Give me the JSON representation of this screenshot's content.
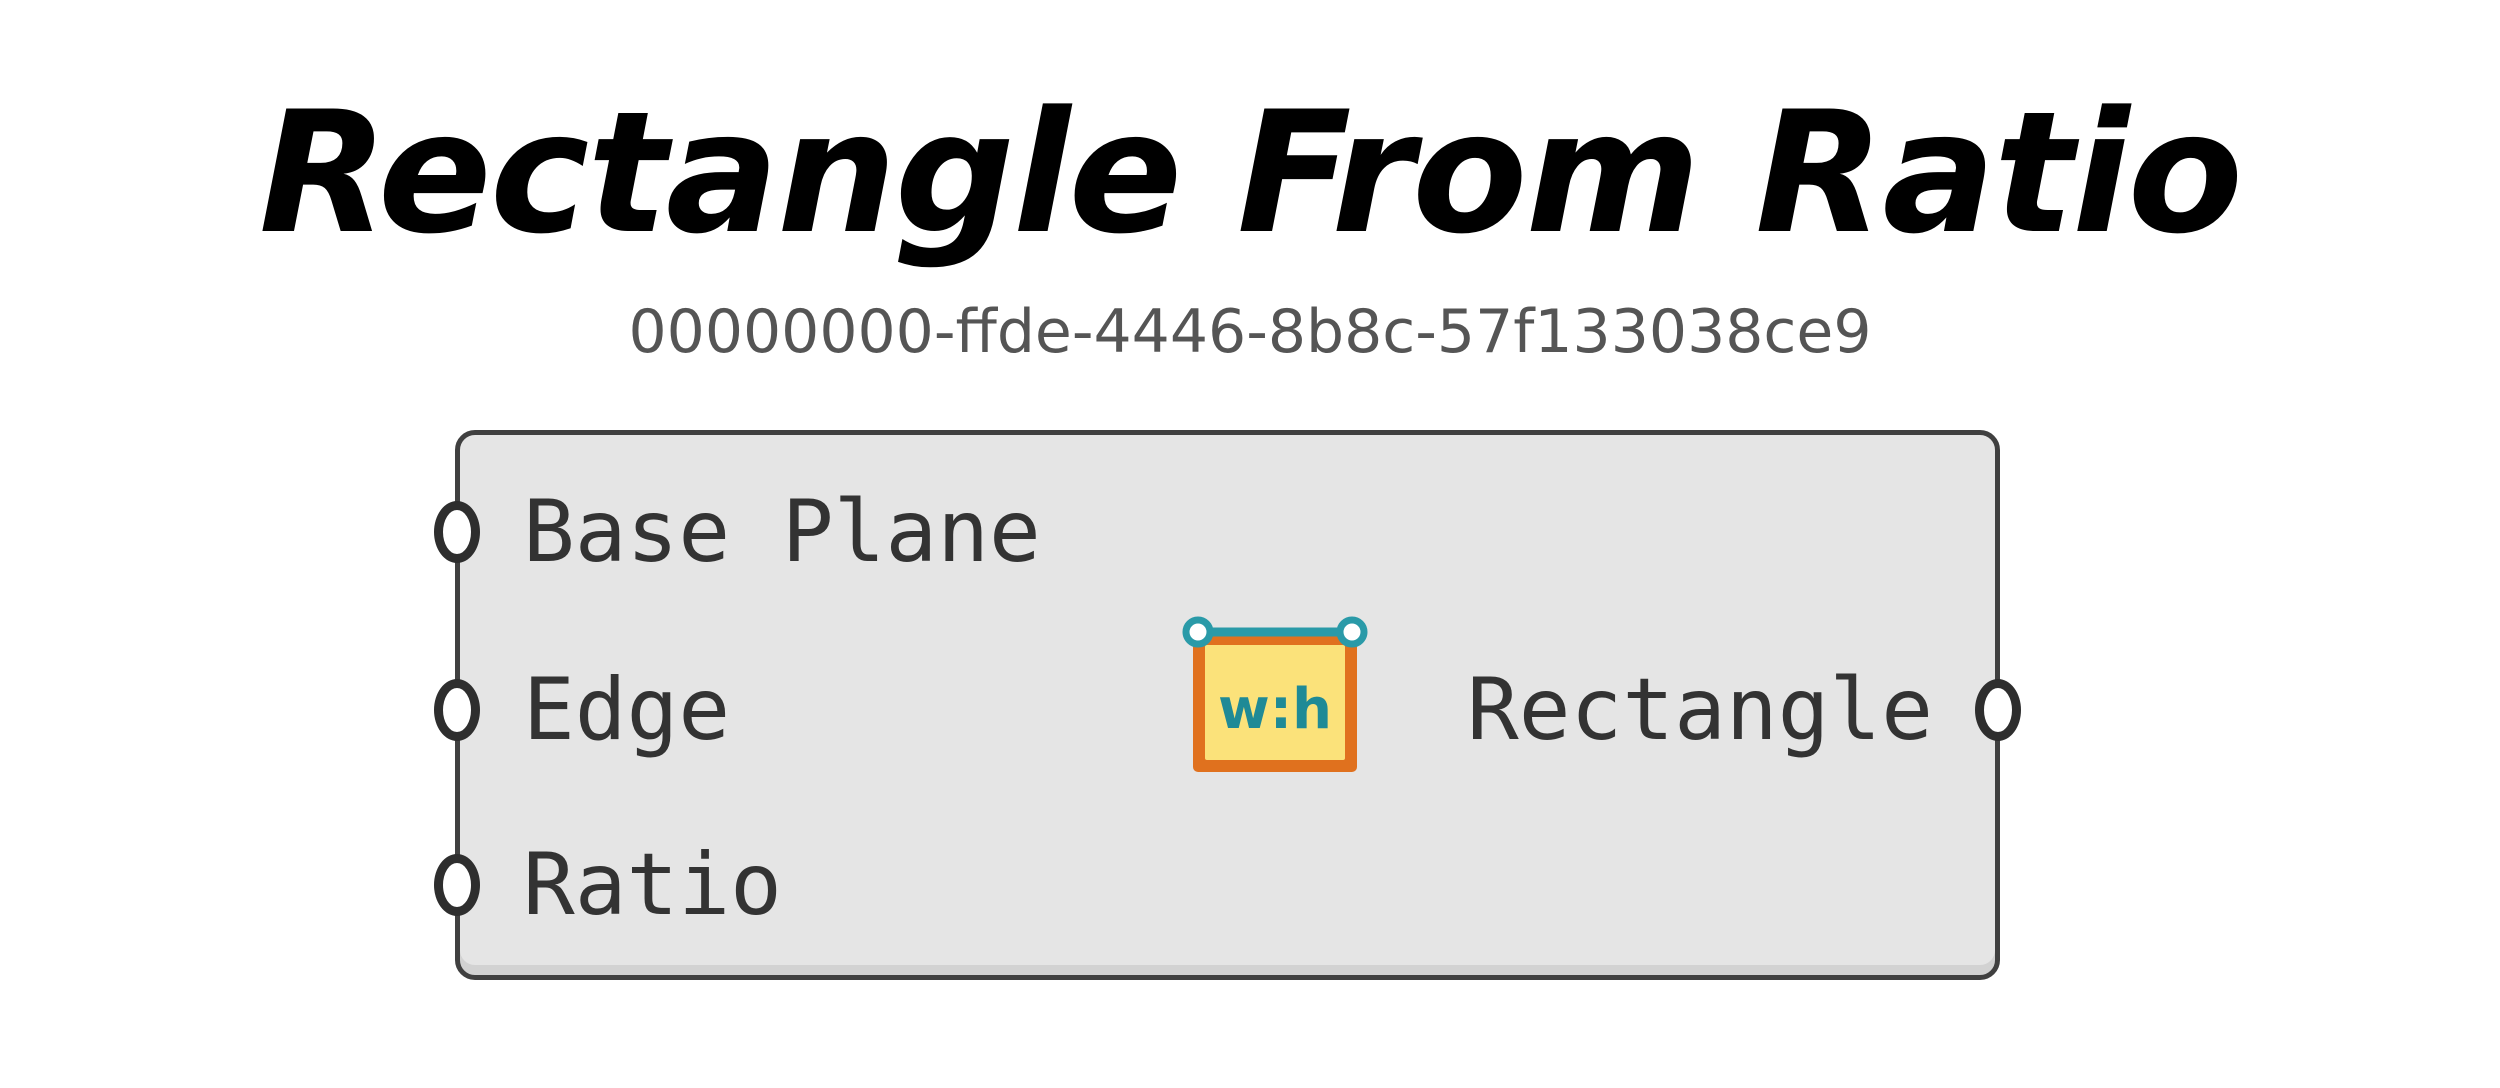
{
  "component": {
    "title": "Rectangle From Ratio",
    "guid": "00000000-ffde-4446-8b8c-57f133038ce9",
    "inputs": [
      {
        "label": "Base Plane"
      },
      {
        "label": "Edge"
      },
      {
        "label": "Ratio"
      }
    ],
    "outputs": [
      {
        "label": "Rectangle"
      }
    ],
    "icon": {
      "name": "rectangle-ratio-icon",
      "text": "w:h"
    }
  },
  "colors": {
    "panel": "#e5e5e5",
    "panel_border": "#404040",
    "label": "#333333",
    "icon_fill": "#fbe27a",
    "icon_border": "#e0711e",
    "icon_accent": "#2a9aa8"
  }
}
